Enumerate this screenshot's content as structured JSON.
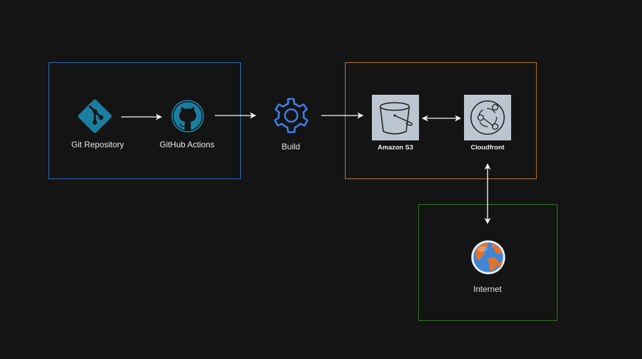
{
  "colors": {
    "background": "#141414",
    "source_group_border": "#2f6fb8",
    "aws_group_border": "#b27a40",
    "internet_group_border": "#2f7a22",
    "git_icon": "#1b7ea0",
    "github_icon": "#1b7ea0",
    "build_icon": "#3d7fe6",
    "aws_tile": "#bcc6d1",
    "arrow": "#ffffff"
  },
  "groups": {
    "source": {},
    "aws": {},
    "internet": {}
  },
  "nodes": {
    "git_repository": {
      "label": "Git Repository",
      "icon": "git-icon"
    },
    "github_actions": {
      "label": "GitHub Actions",
      "icon": "github-icon"
    },
    "build": {
      "label": "Build",
      "icon": "gear-icon"
    },
    "amazon_s3": {
      "label": "Amazon S3",
      "icon": "s3-bucket-icon"
    },
    "cloudfront": {
      "label": "Cloudfront",
      "icon": "cloudfront-icon"
    },
    "internet": {
      "label": "Internet",
      "icon": "globe-icon"
    }
  },
  "edges": [
    {
      "from": "git_repository",
      "to": "github_actions",
      "direction": "forward"
    },
    {
      "from": "github_actions",
      "to": "build",
      "direction": "forward"
    },
    {
      "from": "build",
      "to": "amazon_s3",
      "direction": "forward"
    },
    {
      "from": "amazon_s3",
      "to": "cloudfront",
      "direction": "bidirectional"
    },
    {
      "from": "cloudfront",
      "to": "internet",
      "direction": "bidirectional"
    }
  ]
}
